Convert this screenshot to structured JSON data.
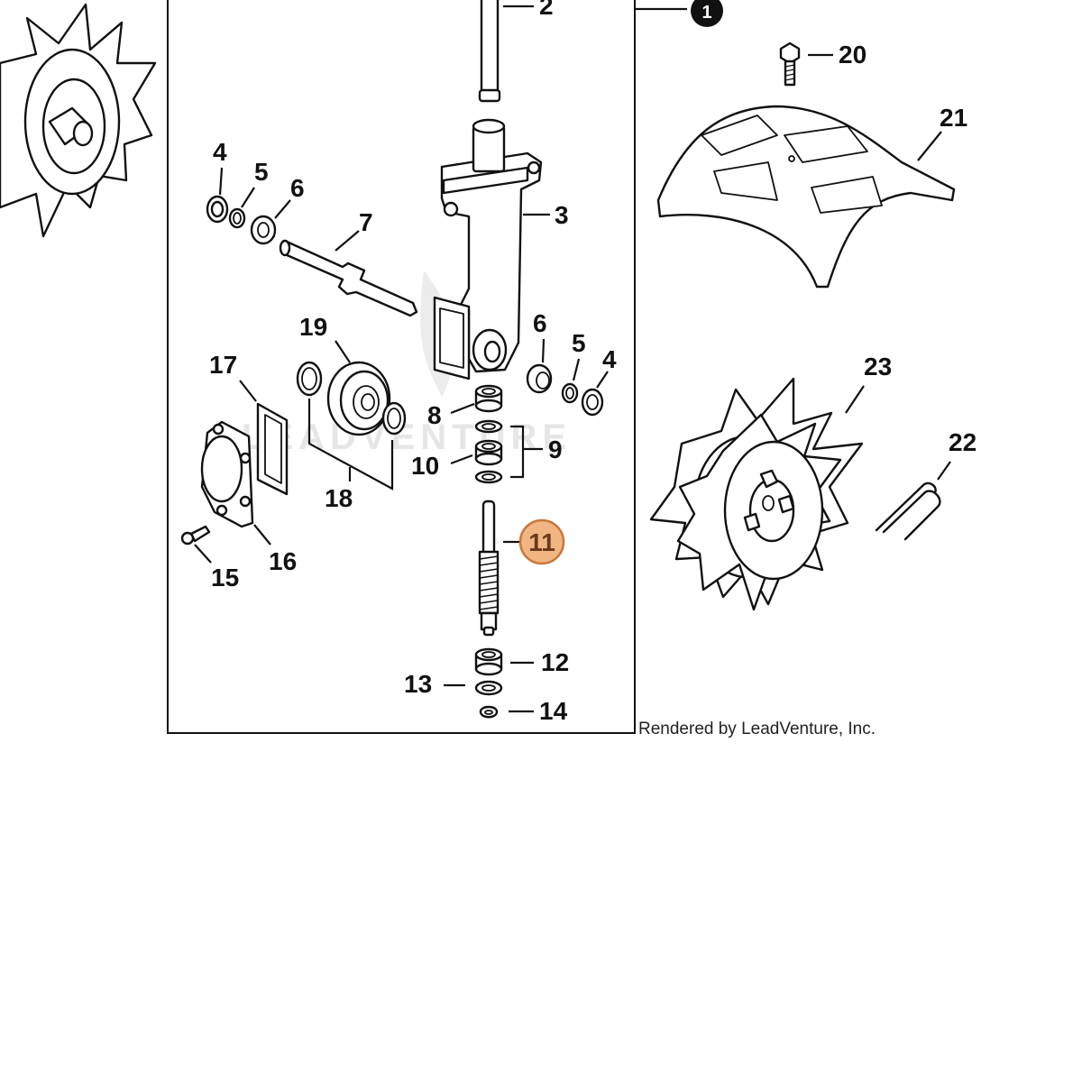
{
  "watermark": "LEADVENTURE",
  "credit": "Rendered by LeadVenture, Inc.",
  "kit_callout": "1",
  "highlight_color": "#f0b583",
  "callouts": [
    "2",
    "3",
    "4",
    "5",
    "6",
    "7",
    "19",
    "17",
    "6",
    "5",
    "4",
    "8",
    "9",
    "10",
    "18",
    "16",
    "15",
    "11",
    "12",
    "13",
    "14",
    "20",
    "21",
    "23",
    "22"
  ],
  "selected_part": "11"
}
